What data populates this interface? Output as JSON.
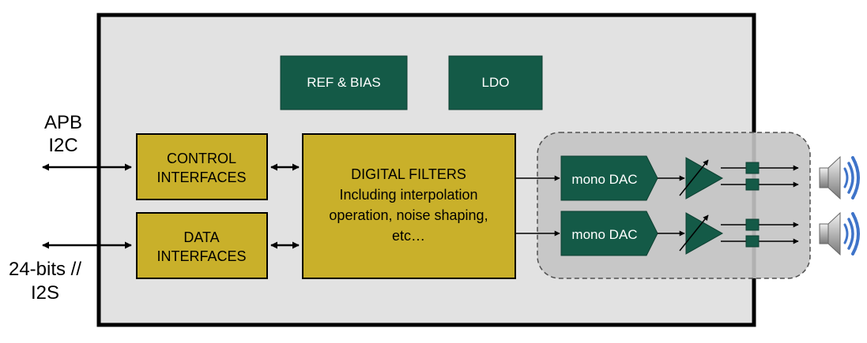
{
  "blocks": {
    "ref_bias": "REF & BIAS",
    "ldo": "LDO",
    "control_line1": "CONTROL",
    "control_line2": "INTERFACES",
    "data_line1": "DATA",
    "data_line2": "INTERFACES",
    "filters_title": "DIGITAL FILTERS",
    "filters_line2": "Including interpolation",
    "filters_line3": "operation, noise shaping,",
    "filters_line4": "etc…",
    "dac_top": "mono DAC",
    "dac_bottom": "mono DAC"
  },
  "external": {
    "apb": "APB",
    "i2c": "I2C",
    "bits": "24-bits //",
    "i2s": "I2S"
  },
  "colors": {
    "chip_fill": "#e2e2e2",
    "analog_region_fill": "#c4c4c4",
    "dark_green": "#145a47",
    "gold": "#c9b02a",
    "speaker_waves": "#3f74c9"
  },
  "icons": [
    "bidirectional-arrow-icon",
    "amplifier-icon",
    "speaker-icon",
    "sound-waves-icon"
  ]
}
